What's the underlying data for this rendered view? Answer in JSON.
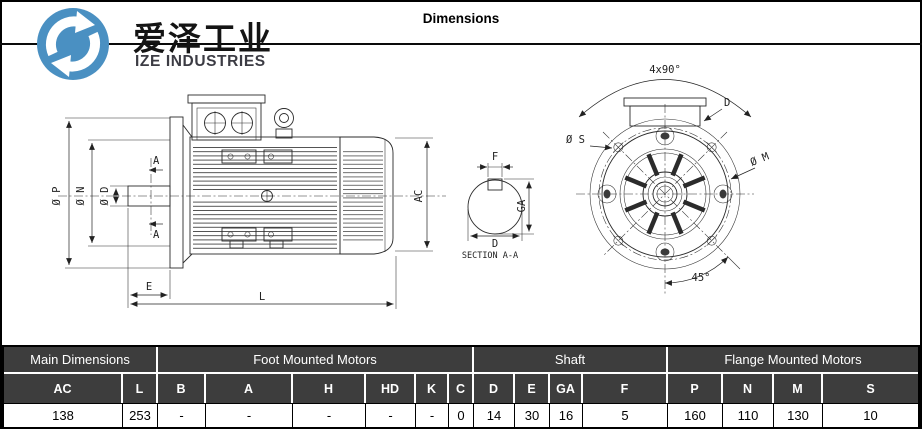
{
  "header": {
    "title": "Dimensions",
    "logo_cn": "爱泽工业",
    "logo_en": "IZE INDUSTRIES"
  },
  "drawing": {
    "side": {
      "dia_p": "Ø P",
      "dia_n": "Ø N",
      "dia_d": "Ø D",
      "section_top": "A",
      "section_bottom": "A",
      "dim_e": "E",
      "dim_l": "L",
      "dim_ac": "AC"
    },
    "section": {
      "dim_f": "F",
      "dim_ga": "GA",
      "dim_d": "D",
      "caption": "SECTION A-A"
    },
    "flange": {
      "dim_angle": "4x90°",
      "dia_s": "Ø S",
      "dia_m": "Ø M",
      "dim_d": "D",
      "dim_45": "45°"
    }
  },
  "table": {
    "groups": [
      {
        "label": "Main Dimensions"
      },
      {
        "label": "Foot Mounted Motors"
      },
      {
        "label": "Shaft"
      },
      {
        "label": "Flange Mounted Motors"
      }
    ],
    "columns": [
      "AC",
      "L",
      "B",
      "A",
      "H",
      "HD",
      "K",
      "C",
      "D",
      "E",
      "GA",
      "F",
      "P",
      "N",
      "M",
      "S"
    ],
    "values": [
      "138",
      "253",
      "-",
      "-",
      "-",
      "-",
      "-",
      "0",
      "14",
      "30",
      "16",
      "5",
      "160",
      "110",
      "130",
      "10"
    ]
  },
  "colors": {
    "logo_blue": "#4a90c2",
    "table_header_bg": "#3d3d3d",
    "table_header_fg": "#ffffff",
    "line": "#2b2b2b"
  }
}
